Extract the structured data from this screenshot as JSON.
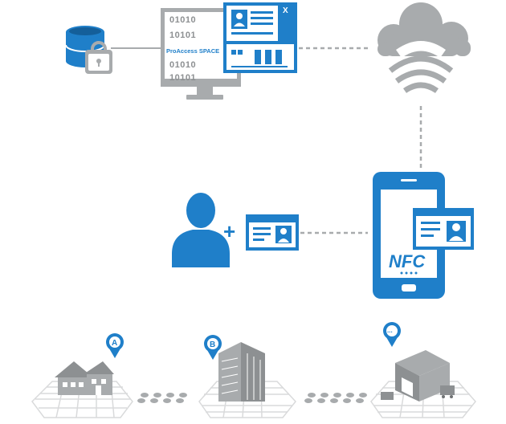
{
  "colors": {
    "primary_blue": "#1f7fc9",
    "dark_blue": "#145f9a",
    "gray": "#a8abad",
    "dark_gray": "#6f7274",
    "light_gray": "#d9dadb",
    "white": "#ffffff"
  },
  "monitor": {
    "binary_rows": [
      "01010",
      "10101",
      "01010",
      "10101"
    ],
    "software_label": "ProAccess SPACE",
    "close_glyph": "X"
  },
  "phone": {
    "label": "NFC"
  },
  "enrollment": {
    "plus_sign": "+"
  },
  "pins": [
    {
      "label": "A"
    },
    {
      "label": "B"
    },
    {
      "label": "..."
    }
  ],
  "icons": {
    "database": "database-lock-icon",
    "monitor": "monitor-icon",
    "cloud": "cloud-wireless-icon",
    "user": "user-silhouette-icon",
    "card": "id-card-icon",
    "phone": "smartphone-nfc-icon",
    "house": "house-icon",
    "office": "office-building-icon",
    "warehouse": "warehouse-icon",
    "footprints": "footprints-icon"
  }
}
